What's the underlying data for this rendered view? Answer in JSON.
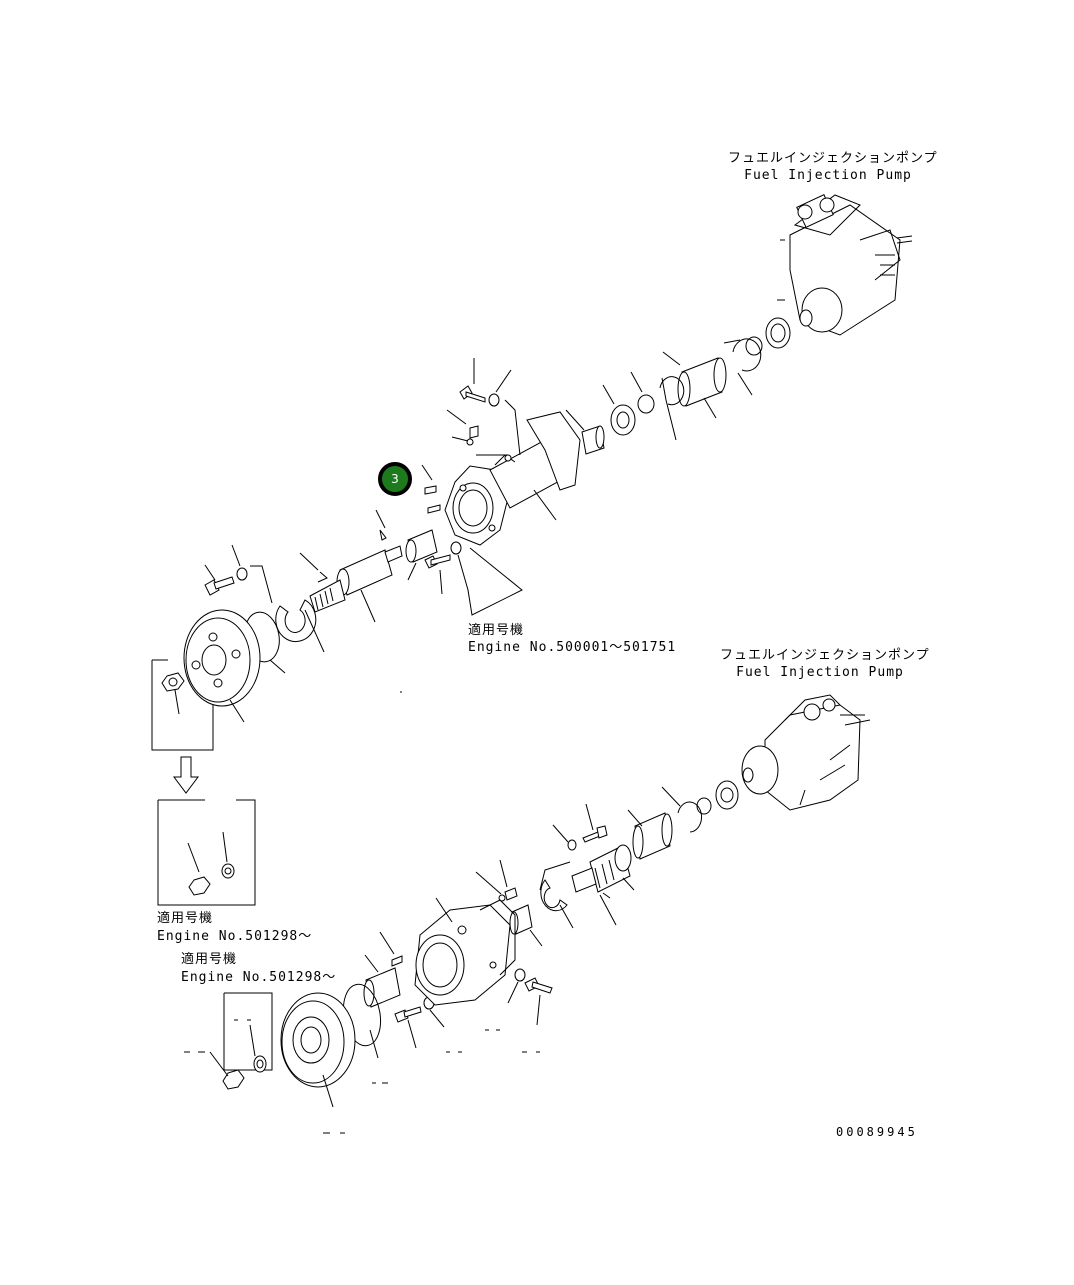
{
  "top_pump": {
    "label_jp": "フュエルインジェクションポンプ",
    "label_en": "Fuel Injection Pump"
  },
  "bottom_pump": {
    "label_jp": "フュエルインジェクションポンプ",
    "label_en": "Fuel Injection Pump"
  },
  "serial_note_1": {
    "label_jp": "適用号機",
    "label_en": "Engine No.500001～501751"
  },
  "serial_note_2": {
    "label_jp": "適用号機",
    "label_en": "Engine No.501298～"
  },
  "serial_note_3": {
    "label_jp": "適用号機",
    "label_en": "Engine No.501298～"
  },
  "callout": {
    "number": "3"
  },
  "drawing_number": "00089945"
}
